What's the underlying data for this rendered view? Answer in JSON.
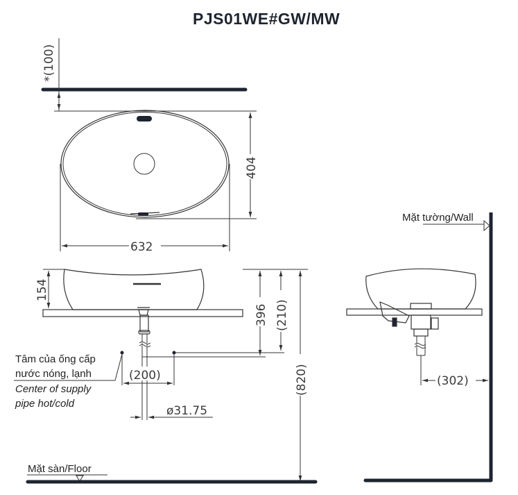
{
  "title": "PJS01WE#GW/MW",
  "top_view": {
    "wall_offset": "*(100)",
    "depth": "404",
    "width": "632"
  },
  "front_view": {
    "bowl_height": "154",
    "supply_height": "396",
    "drain_height": "(210)",
    "counter_height": "(820)",
    "supply_spacing": "(200)",
    "drain_diameter": "ø31.75",
    "supply_note_vi_1": "Tâm của ống cấp",
    "supply_note_vi_2": "nước nóng, lạnh",
    "supply_note_en_1": "Center of supply",
    "supply_note_en_2": "pipe hot/cold",
    "floor_label": "Mặt sàn/Floor"
  },
  "side_view": {
    "wall_label": "Mặt tường/Wall",
    "wall_distance": "(302)"
  },
  "colors": {
    "heavy_line": "#1e2430",
    "thin_line": "#333333",
    "text": "#222222"
  }
}
